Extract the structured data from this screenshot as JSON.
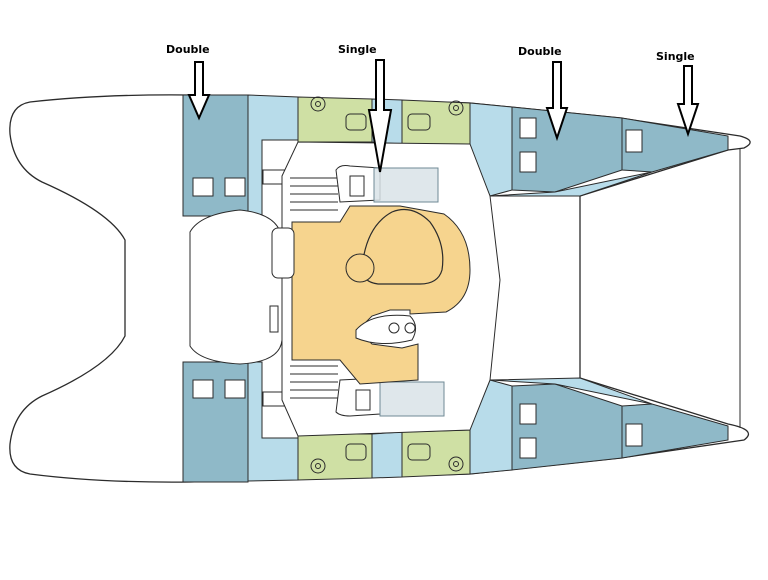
{
  "labels": [
    {
      "id": "double-left",
      "text": "Double"
    },
    {
      "id": "single-left",
      "text": "Single"
    },
    {
      "id": "double-right",
      "text": "Double"
    },
    {
      "id": "single-right",
      "text": "Single"
    }
  ],
  "colors": {
    "outline": "#2b2b2b",
    "cabin_teal": "#8fb9c8",
    "light_blue": "#b8dcea",
    "head_green": "#cfe0a4",
    "saloon_yellow": "#f6d48e",
    "window_gray": "#d9e3e7",
    "hull_white": "#ffffff"
  }
}
